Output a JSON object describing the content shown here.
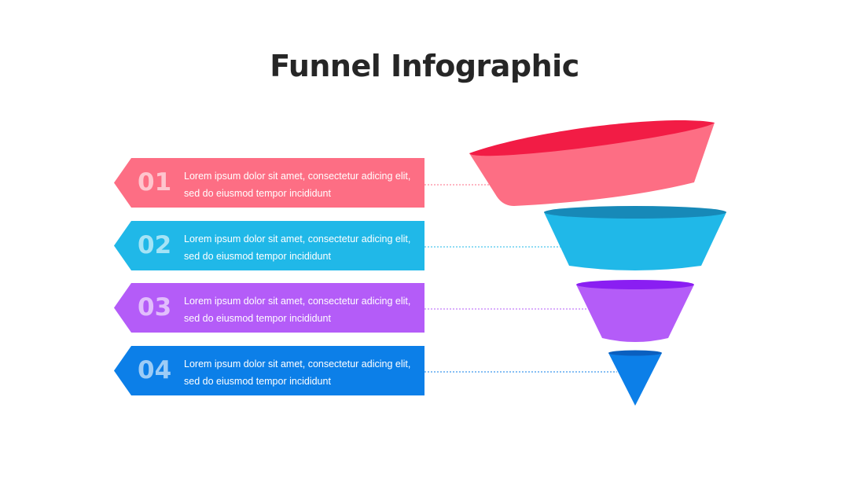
{
  "title": "Funnel Infographic",
  "stages": [
    {
      "number": "01",
      "text": "Lorem ipsum dolor sit amet, consectetur adicing elit, sed do eiusmod tempor incididunt",
      "color": "#fd6e84",
      "top_color": "#f21c45"
    },
    {
      "number": "02",
      "text": "Lorem ipsum dolor sit amet, consectetur adicing elit, sed do eiusmod tempor incididunt",
      "color": "#20b8e8",
      "top_color": "#1789b8"
    },
    {
      "number": "03",
      "text": "Lorem ipsum dolor sit amet, consectetur adicing elit, sed do eiusmod tempor incididunt",
      "color": "#b45cf8",
      "top_color": "#8a1ef2"
    },
    {
      "number": "04",
      "text": "Lorem ipsum dolor sit amet, consectetur adicing elit, sed do eiusmod tempor incididunt",
      "color": "#0c7fe8",
      "top_color": "#0a5fbf"
    }
  ]
}
